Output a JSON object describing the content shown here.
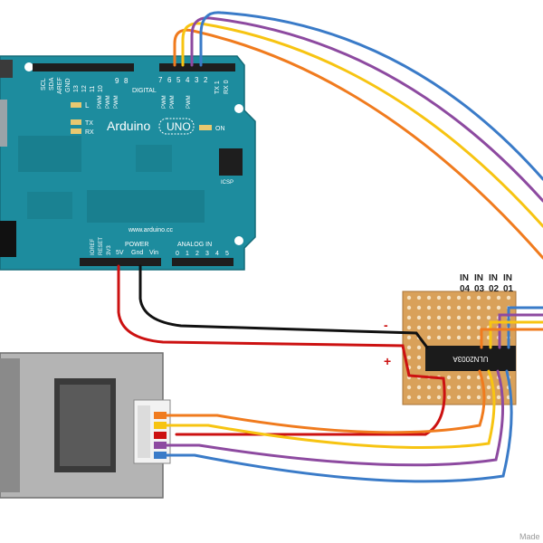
{
  "arduino": {
    "brand": "Arduino",
    "model": "UNO",
    "url": "www.arduino.cc",
    "on_label": "ON",
    "l_label": "L",
    "tx_label": "TX",
    "rx_label": "RX",
    "icsp_label": "ICSP",
    "digital_label": "DIGITAL",
    "power_label": "POWER",
    "analog_label": "ANALOG IN",
    "top_left_labels": [
      "SCL",
      "SDA",
      "AREF",
      "GND"
    ],
    "pin_numbers_high": [
      "13",
      "12",
      "11",
      "10",
      "9",
      "8"
    ],
    "pin_numbers_low": [
      "7",
      "6",
      "5",
      "4",
      "3",
      "2"
    ],
    "tx_pin": "TX 1",
    "rx_pin": "RX 0",
    "pwm_label": "PWM",
    "power_pins": [
      "IOREF",
      "RESET",
      "3V3",
      "5V",
      "Gnd",
      "Vin"
    ],
    "analog_pins": [
      "0",
      "1",
      "2",
      "3",
      "4",
      "5"
    ]
  },
  "driver": {
    "chip": "ULN2003A",
    "in_labels": [
      "IN",
      "IN",
      "IN",
      "IN"
    ],
    "in_numbers": [
      "04",
      "03",
      "02",
      "01"
    ],
    "minus": "-",
    "plus": "+"
  },
  "watermark": "Made",
  "colors": {
    "board": "#1d8c9e",
    "board_dark": "#177786",
    "header": "#1e1e1e",
    "pcb": "#d9a15a",
    "motor": "#9b9b9b",
    "wire_orange": "#f07b1e",
    "wire_yellow": "#f7c412",
    "wire_purple": "#8d4aa0",
    "wire_blue": "#3a7bc8",
    "wire_red": "#cc1111",
    "wire_black": "#111111"
  }
}
